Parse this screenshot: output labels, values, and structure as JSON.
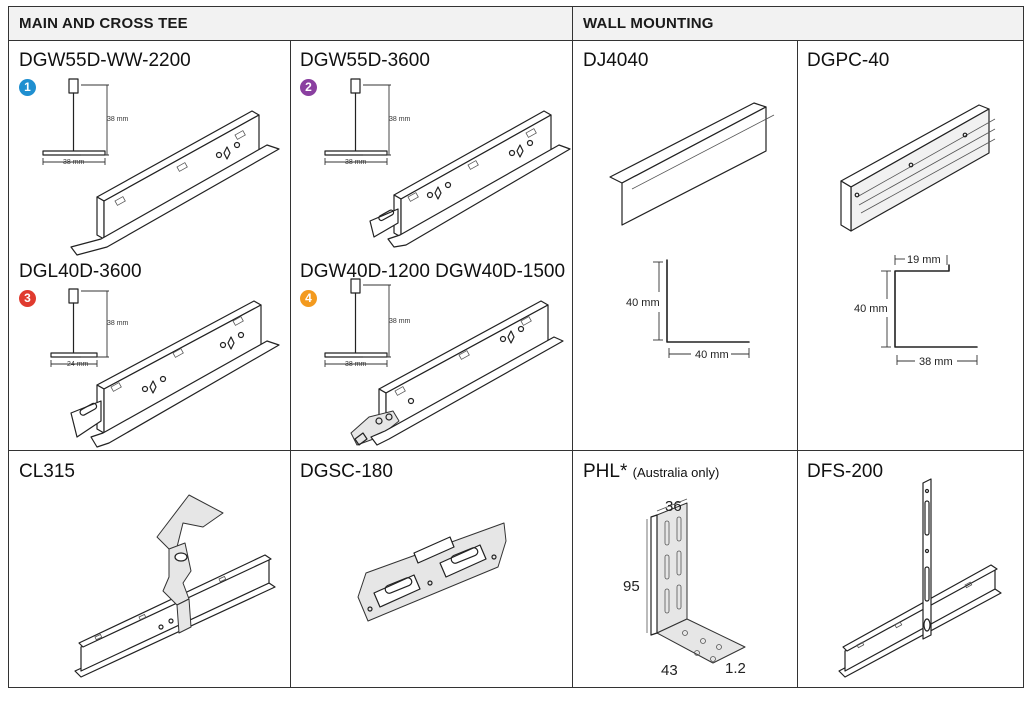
{
  "sections": {
    "main_cross_tee": "MAIN AND CROSS TEE",
    "wall_mounting": "WALL MOUNTING"
  },
  "products": {
    "dgw55d_ww_2200": {
      "title": "DGW55D-WW-2200",
      "badge": "1",
      "badge_color": "#1f8fd0",
      "dim_h": "38 mm",
      "dim_w": "38 mm"
    },
    "dgw55d_3600": {
      "title": "DGW55D-3600",
      "badge": "2",
      "badge_color": "#8a3fa0",
      "dim_h": "38 mm",
      "dim_w": "38 mm"
    },
    "dgl40d_3600": {
      "title": "DGL40D-3600",
      "badge": "3",
      "badge_color": "#e03b2f",
      "dim_h": "38 mm",
      "dim_w": "24 mm"
    },
    "dgw40d": {
      "title": "DGW40D-1200  DGW40D-1500",
      "badge": "4",
      "badge_color": "#f39a1e",
      "dim_h": "38 mm",
      "dim_w": "38 mm"
    },
    "dj4040": {
      "title": "DJ4040",
      "dim_h": "40 mm",
      "dim_w": "40 mm"
    },
    "dgpc_40": {
      "title": "DGPC-40",
      "dim_top": "19 mm",
      "dim_h": "40 mm",
      "dim_w": "38 mm"
    },
    "cl315": {
      "title": "CL315"
    },
    "dgsc_180": {
      "title": "DGSC-180"
    },
    "phl": {
      "title": "PHL*",
      "note": "(Australia only)",
      "dim_top": "36",
      "dim_h": "95",
      "dim_w": "43",
      "dim_t": "1.2"
    },
    "dfs_200": {
      "title": "DFS-200"
    }
  }
}
